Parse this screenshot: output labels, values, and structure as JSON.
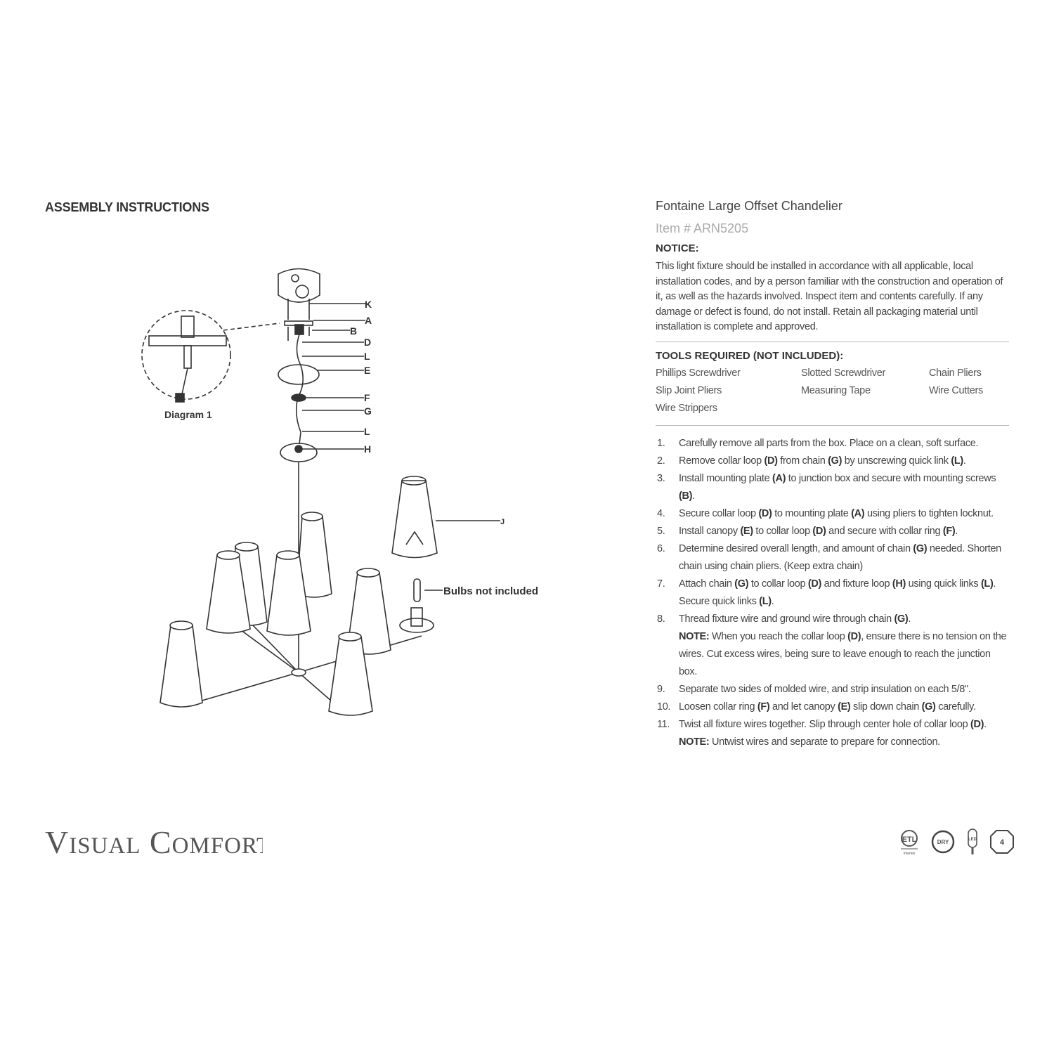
{
  "header": {
    "title": "ASSEMBLY INSTRUCTIONS"
  },
  "diagram": {
    "labels": [
      "K",
      "A",
      "B",
      "D",
      "L",
      "E",
      "F",
      "G",
      "L",
      "H",
      "J"
    ],
    "inset_caption": "Diagram 1",
    "bulbs_note": "Bulbs not included"
  },
  "brand": {
    "logo": "Visual Comfort"
  },
  "product": {
    "title": "Fontaine Large Offset Chandelier",
    "item": "Item # ARN5205"
  },
  "notice": {
    "heading": "NOTICE:",
    "body": "This light fixture should be installed in accordance with all applicable, local installation codes, and by a person familiar with the construction and operation of it, as well as the hazards involved. Inspect item and contents carefully. If any damage or defect is found, do not install. Retain all packaging material until installation is complete and approved."
  },
  "tools": {
    "heading": "TOOLS REQUIRED (NOT INCLUDED):",
    "items": [
      "Phillips Screwdriver",
      "Slotted Screwdriver",
      "Chain Pliers",
      "Slip Joint Pliers",
      "Measuring Tape",
      "Wire Cutters",
      "Wire Strippers"
    ]
  },
  "steps": [
    {
      "num": "1.",
      "segs": [
        [
          "Carefully remove all parts from the box. Place on a clean, soft surface.",
          0
        ]
      ]
    },
    {
      "num": "2.",
      "segs": [
        [
          "Remove collar loop ",
          0
        ],
        [
          "(D)",
          1
        ],
        [
          " from chain ",
          0
        ],
        [
          "(G)",
          1
        ],
        [
          " by unscrewing quick link ",
          0
        ],
        [
          "(L)",
          1
        ],
        [
          ".",
          0
        ]
      ]
    },
    {
      "num": "3.",
      "segs": [
        [
          "Install mounting plate ",
          0
        ],
        [
          "(A)",
          1
        ],
        [
          " to junction box and secure with mounting screws ",
          0
        ],
        [
          "(B)",
          1
        ],
        [
          ".",
          0
        ]
      ]
    },
    {
      "num": "4.",
      "segs": [
        [
          "Secure collar loop ",
          0
        ],
        [
          "(D)",
          1
        ],
        [
          " to mounting plate ",
          0
        ],
        [
          "(A)",
          1
        ],
        [
          " using pliers to tighten locknut.",
          0
        ]
      ]
    },
    {
      "num": "5.",
      "segs": [
        [
          "Install canopy ",
          0
        ],
        [
          "(E)",
          1
        ],
        [
          " to collar loop ",
          0
        ],
        [
          "(D)",
          1
        ],
        [
          " and secure with collar ring ",
          0
        ],
        [
          "(F)",
          1
        ],
        [
          ".",
          0
        ]
      ]
    },
    {
      "num": "6.",
      "segs": [
        [
          "Determine desired overall length, and amount of chain ",
          0
        ],
        [
          "(G)",
          1
        ],
        [
          " needed. Shorten chain using chain pliers. (Keep extra chain)",
          0
        ]
      ]
    },
    {
      "num": "7.",
      "segs": [
        [
          "Attach chain ",
          0
        ],
        [
          "(G)",
          1
        ],
        [
          " to collar loop ",
          0
        ],
        [
          "(D)",
          1
        ],
        [
          " and fixture loop ",
          0
        ],
        [
          "(H)",
          1
        ],
        [
          " using quick links ",
          0
        ],
        [
          "(L)",
          1
        ],
        [
          ". Secure quick links ",
          0
        ],
        [
          "(L)",
          1
        ],
        [
          ".",
          0
        ]
      ]
    },
    {
      "num": "8.",
      "segs": [
        [
          "Thread fixture wire and ground wire through chain ",
          0
        ],
        [
          "(G)",
          1
        ],
        [
          ".",
          0
        ]
      ]
    },
    {
      "num": "",
      "note": true,
      "segs": [
        [
          "NOTE:",
          1
        ],
        [
          " When you reach the collar loop ",
          0
        ],
        [
          "(D)",
          1
        ],
        [
          ", ensure there is no tension on the wires. Cut excess wires, being sure to leave enough to reach the junction box.",
          0
        ]
      ]
    },
    {
      "num": "9.",
      "segs": [
        [
          "Separate two sides of molded wire, and strip insulation on each 5/8\".",
          0
        ]
      ]
    },
    {
      "num": "10.",
      "segs": [
        [
          "Loosen collar ring ",
          0
        ],
        [
          "(F)",
          1
        ],
        [
          " and let canopy ",
          0
        ],
        [
          "(E)",
          1
        ],
        [
          " slip down chain ",
          0
        ],
        [
          "(G)",
          1
        ],
        [
          " carefully.",
          0
        ]
      ]
    },
    {
      "num": "11.",
      "segs": [
        [
          "Twist all fixture wires together. Slip through center hole of collar loop ",
          0
        ],
        [
          "(D)",
          1
        ],
        [
          ".",
          0
        ]
      ]
    },
    {
      "num": "",
      "note": true,
      "segs": [
        [
          "NOTE:",
          1
        ],
        [
          " Untwist wires and separate to prepare for connection.",
          0
        ]
      ]
    }
  ],
  "badges": {
    "etl_sub": "Intertek",
    "dry": "DRY",
    "led": "LED",
    "page": "4"
  }
}
